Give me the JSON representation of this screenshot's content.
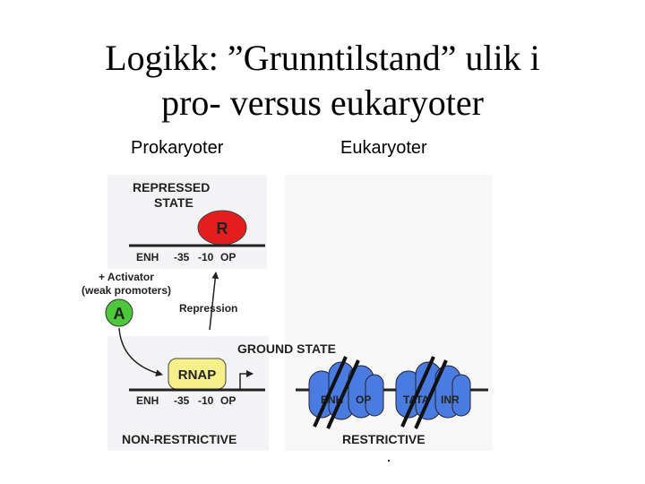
{
  "slide": {
    "title_line1": "Logikk: ”Grunntilstand” ulik i",
    "title_line2": "pro- versus eukaryoter"
  },
  "columns": {
    "left": "Prokaryoter",
    "right": "Eukaryoter"
  },
  "diagram": {
    "repressed_line1": "REPRESSED",
    "repressed_line2": "STATE",
    "repressor": "R",
    "promoter_top": {
      "enh": "ENH",
      "p35": "-35",
      "p10": "-10",
      "op": "OP"
    },
    "activator_line1": "+ Activator",
    "activator_line2": "(weak promoters)",
    "activator": "A",
    "repression": "Repression",
    "ground_state": "GROUND STATE",
    "rnap": "RNAP",
    "promoter_bottom": {
      "enh": "ENH",
      "p35": "-35",
      "p10": "-10",
      "op": "OP"
    },
    "nucleosome1": {
      "a": "ENH",
      "b": "OP"
    },
    "nucleosome2": {
      "a": "TATA",
      "b": "INR"
    },
    "non_restrictive": "NON-RESTRICTIVE",
    "restrictive": "RESTRICTIVE"
  },
  "colors": {
    "repressor": "#e41d1d",
    "activator": "#4cc83a",
    "rnap": "#f7f08a",
    "nucleosome": "#4a7be0",
    "panel_bg": "#f4f4f6"
  }
}
